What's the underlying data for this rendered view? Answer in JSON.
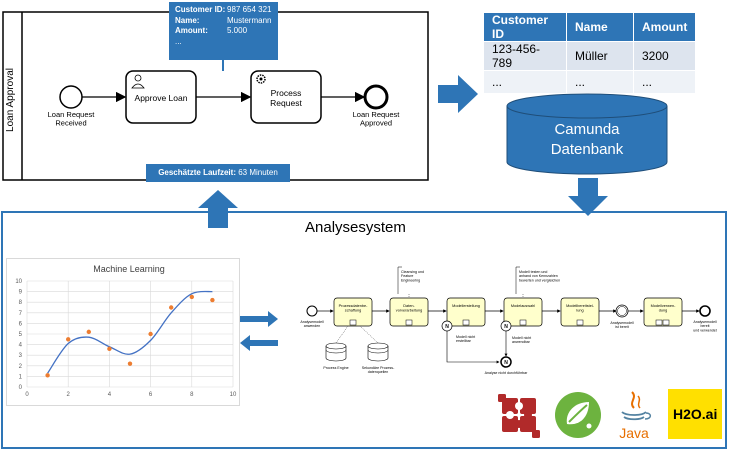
{
  "process": {
    "lane_label": "Loan Approval",
    "start_event": "Loan Request\nReceived",
    "task1": "Approve Loan",
    "task2": "Process\nRequest",
    "end_event": "Loan Request\nApproved",
    "tooltip": {
      "rows": [
        {
          "label": "Customer ID:",
          "value": "987 654 321"
        },
        {
          "label": "Name:",
          "value": "Mustermann"
        },
        {
          "label": "Amount:",
          "value": "5.000"
        }
      ],
      "ellipsis": "..."
    },
    "runtime": {
      "label": "Geschätzte Laufzeit:",
      "value": "63 Minuten"
    }
  },
  "table": {
    "headers": [
      "Customer ID",
      "Name",
      "Amount"
    ],
    "rows": [
      [
        "123-456-789",
        "Müller",
        "3200"
      ],
      [
        "...",
        "...",
        "..."
      ]
    ]
  },
  "database": {
    "line1": "Camunda",
    "line2": "Datenbank"
  },
  "analysis": {
    "title": "Analysesystem"
  },
  "chart_data": {
    "type": "scatter",
    "title": "Machine Learning",
    "xlabel": "",
    "ylabel": "",
    "xlim": [
      0,
      10
    ],
    "ylim": [
      0,
      10
    ],
    "x_ticks": [
      "0",
      "2",
      "4",
      "6",
      "8",
      "10"
    ],
    "y_ticks": [
      "0",
      "1",
      "2",
      "3",
      "4",
      "5",
      "6",
      "7",
      "8",
      "9",
      "10"
    ],
    "points": [
      {
        "x": 1,
        "y": 1.1
      },
      {
        "x": 2,
        "y": 4.5
      },
      {
        "x": 3,
        "y": 5.2
      },
      {
        "x": 4,
        "y": 3.6
      },
      {
        "x": 5,
        "y": 2.2
      },
      {
        "x": 6,
        "y": 5
      },
      {
        "x": 7,
        "y": 7.5
      },
      {
        "x": 8,
        "y": 8.5
      },
      {
        "x": 9,
        "y": 8.2
      }
    ],
    "curve": [
      {
        "x": 1,
        "y": 1.3
      },
      {
        "x": 2,
        "y": 4.1
      },
      {
        "x": 3,
        "y": 4.7
      },
      {
        "x": 4,
        "y": 3.8
      },
      {
        "x": 5,
        "y": 3.1
      },
      {
        "x": 6,
        "y": 4.4
      },
      {
        "x": 7,
        "y": 7
      },
      {
        "x": 8,
        "y": 8.8
      },
      {
        "x": 9,
        "y": 9
      }
    ],
    "point_color": "#ed7d31",
    "curve_color": "#4472c4"
  },
  "workflow": {
    "start": "Analysemodell\nanwenden",
    "task1": "Prozessdatenbe-\nschaffung",
    "task2": "Daten-\nvorverarbeitung",
    "task3": "Modellerstellung",
    "task4": "Modelauswahl",
    "task5": "Modellbereitstel-\nlung",
    "task6": "Modellverwen-\ndung",
    "mid_event": "Analysemodell\nist bereit",
    "end_event": "Analysemodell\nbereit\nund verwendet",
    "note1": "Cleansing und\nFeature\nEngineering",
    "note2": "Modell testen und\nanhand von Kennzahlen\nbewerten und vergleichen",
    "db1": "Process Engine",
    "db2": "Sekundäre Prozess-\ndatenquellen",
    "gw_label1": "Modell nicht\nerstellbar",
    "gw_label2": "Modell nicht\nanwendbar",
    "fail_label": "Analyse nicht durchführbar"
  },
  "logos": {
    "java": "Java",
    "h2o": "H2O.ai"
  },
  "colors": {
    "accent": "#2e75b6",
    "task_fill": "#ffffcc",
    "db_fill": "#2e75b6",
    "spring": "#6db33f",
    "java_red": "#e76f00",
    "h2o_yellow": "#ffe000",
    "logo1": "#b12a2a"
  }
}
